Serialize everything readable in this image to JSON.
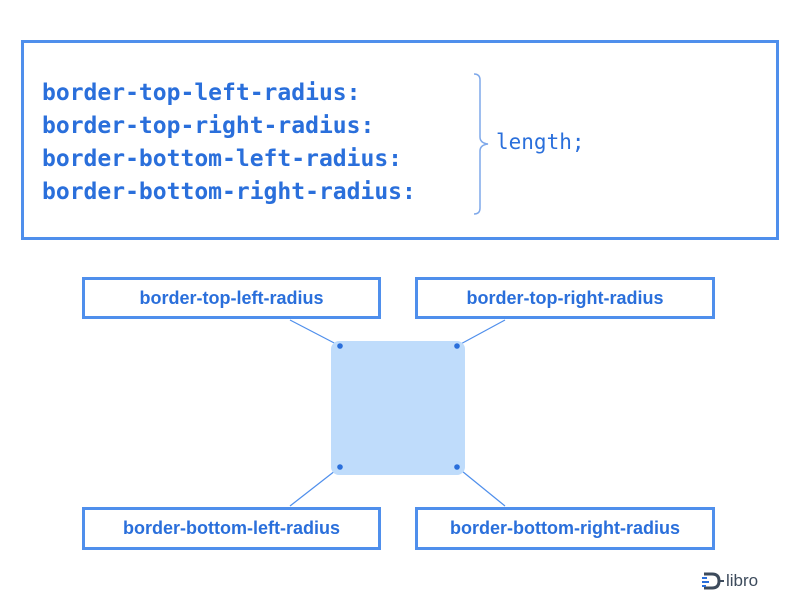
{
  "syntax": {
    "properties": [
      "border-top-left-radius:",
      "border-top-right-radius:",
      "border-bottom-left-radius:",
      "border-bottom-right-radius:"
    ],
    "value": "length;"
  },
  "diagram": {
    "top_left_label": "border-top-left-radius",
    "top_right_label": "border-top-right-radius",
    "bottom_left_label": "border-bottom-left-radius",
    "bottom_right_label": "border-bottom-right-radius"
  },
  "logo": {
    "text": "libro"
  },
  "colors": {
    "accent": "#2a6fdb",
    "border": "#4f8fec",
    "box_fill": "#bfdcfb"
  }
}
